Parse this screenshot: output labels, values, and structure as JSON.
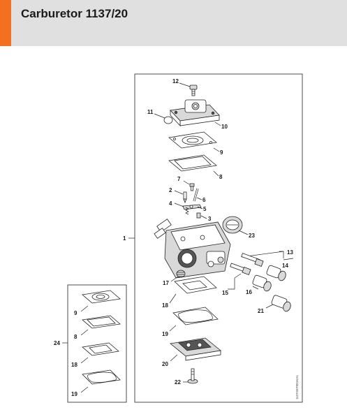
{
  "header": {
    "title": "Carburetor 1137/20",
    "accent_color": "#f37021",
    "background_color": "#e0e0e0"
  },
  "labels": {
    "l1": "1",
    "l2": "2",
    "l3": "3",
    "l4": "4",
    "l5": "5",
    "l6": "6",
    "l7": "7",
    "l8": "8",
    "l9": "9",
    "l10": "10",
    "l11": "11",
    "l12": "12",
    "l13": "13",
    "l14": "14",
    "l15": "15",
    "l16": "16",
    "l17": "17",
    "l18": "18",
    "l19": "19",
    "l20": "20",
    "l21": "21",
    "l22": "22",
    "l23": "23",
    "l24": "24",
    "k9": "9",
    "k8": "8",
    "k18": "18",
    "k19": "19"
  },
  "drawing_code": "1137GET001KA1"
}
